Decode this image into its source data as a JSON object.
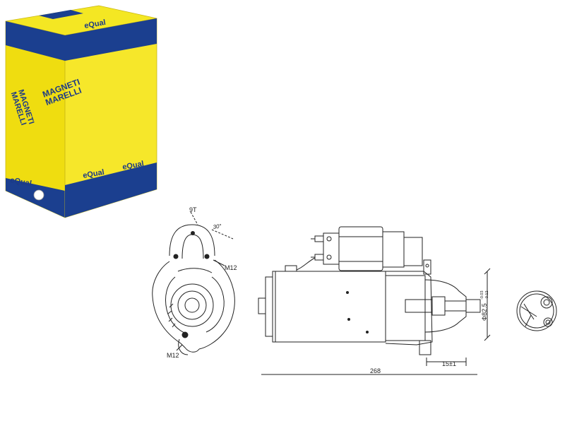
{
  "product_box": {
    "brand": "MAGNETI MARELLI",
    "brand_line1": "MAGNETI",
    "brand_line2": "MARELLI",
    "sub_brand": "eQual",
    "colors": {
      "yellow": "#f2e21a",
      "blue": "#1b3f8f",
      "logo_blue": "#1c3a86"
    }
  },
  "drawing": {
    "pinion_teeth": "9T",
    "angle": "30°",
    "bolt_top": "M12",
    "bolt_bottom": "M12",
    "length": "268",
    "flange_offset": "15±1",
    "diameter": "Φ82.5",
    "tolerance_upper": "-0.03",
    "tolerance_lower": "-0.12"
  }
}
